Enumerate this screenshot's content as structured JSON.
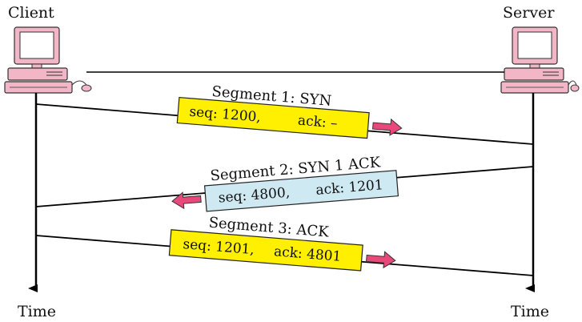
{
  "endpoints": {
    "client": "Client",
    "server": "Server",
    "client_time": "Time",
    "server_time": "Time"
  },
  "segments": [
    {
      "title": "Segment 1: SYN",
      "seq": "seq: 1200,",
      "ack": "ack: –",
      "direction": "client-to-server",
      "box_color": "#ffef00"
    },
    {
      "title": "Segment 2: SYN 1 ACK",
      "seq": "seq: 4800,",
      "ack": "ack: 1201",
      "direction": "server-to-client",
      "box_color": "#cfe9f3"
    },
    {
      "title": "Segment 3: ACK",
      "seq": "seq: 1201,",
      "ack": "ack: 4801",
      "direction": "client-to-server",
      "box_color": "#ffef00"
    }
  ],
  "colors": {
    "computer": "#f2b6c6",
    "arrow": "#e8497a",
    "line": "#000000"
  },
  "icons": [
    "computer-icon",
    "arrow-right-icon",
    "arrow-left-icon"
  ]
}
